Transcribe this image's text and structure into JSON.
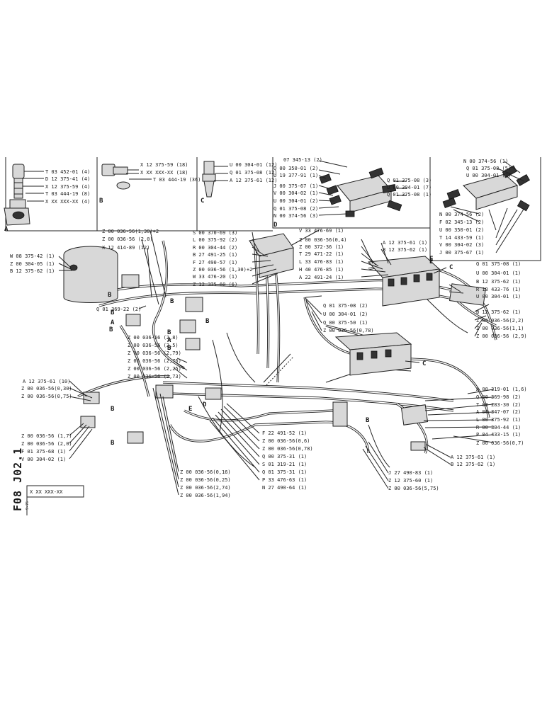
{
  "sheet_code": "F08 J02.1",
  "sheet_date": "9-76",
  "ref_box": "X XX XXX-XX",
  "inset_a": {
    "letter": "A",
    "labels": [
      "T 03 452-01 (4)",
      "D 12 375-41 (4)",
      "X 12 375-59 (4)",
      "T 03 444-19 (8)",
      "X XX XXX-XX (4)"
    ]
  },
  "inset_b": {
    "letter": "B",
    "labels": [
      "X 12 375-59 (18)",
      "X XX XXX-XX (18)",
      "T 03 444-19 (36)"
    ]
  },
  "inset_c": {
    "letter": "C",
    "labels": [
      "U 00 304-01 (12)",
      "Q 01 375-08 (12)",
      "A 12 375-61 (12)"
    ]
  },
  "inset_d": {
    "letter": "D",
    "left_labels": [
      "07 345-13 (2)",
      "Q 00 350-01 (2)",
      "U 19 377-91 (1)",
      "J 00 375-67 (1)",
      "V 00 304-02 (1)",
      "U 00 304-01 (2)",
      "Q 01 375-08 (2)",
      "N 00 374-56 (3)"
    ],
    "right_labels": [
      "Q 01 375-08 (3)",
      "U 00 304-01 (7)",
      "Q 01 375-08 (1)"
    ]
  },
  "inset_e": {
    "letter": "E",
    "labels": [
      "N 00 374-56 (1)",
      "Q 01 375-08 (5)",
      "U 00 304-01 (7)",
      "N 00 374-56 (2)",
      "F 02 345-13 (2)",
      "U 00 350-01 (2)",
      "T 14 433-59 (1)",
      "V 00 304-02 (3)",
      "J 00 375-67 (1)"
    ]
  },
  "left_callouts": [
    "W 08 375-42 (1)",
    "Z 00 304-05 (1)",
    "B 12 375-62 (1)",
    "A 12 375-61 (10)",
    "Z 00 036-56(0,30)",
    "Z 00 036-56(0,75)",
    "Z 00 036-56 (1,7)",
    "Z 00 036-56 (2,0)",
    "F 01 375-68 (1)",
    "V 00 304-02 (1)"
  ],
  "upper_left_callouts": [
    "Z 00 036-56(1,30)+2",
    "Z 00 036-56 (2,0)",
    "X 12 414-89 (12)",
    "Q 01 369-22 (2)"
  ],
  "mid_left_callouts": [
    "Z 00 036-56 (2,8)",
    "Z 00 036-56 (2,5)",
    "Z 00 036-56 (2,79)",
    "Z 00 036-56 (2,76)",
    "Z 00 036-56 (2,25)",
    "Z 00 036-56 (2,73)"
  ],
  "top_center_callouts": [
    "S 00 370-69 (3)",
    "L 00 375-92 (2)",
    "R 00 304-44 (2)",
    "B 27 491-25 (1)",
    "F 27 490-57 (1)",
    "Z 00 036-56 (1,30)+2",
    "W 33 476-20 (1)",
    "Z 12 375-60 (6)"
  ],
  "top_right_center_callouts": [
    "V 33 476-69 (1)",
    "Z 00 036-56(0,4)",
    "Z 00 372-36 (1)",
    "T 29 471-22 (1)",
    "L 33 476-83 (1)",
    "H 40 476-85 (1)",
    "A 22 491-24 (1)"
  ],
  "center_callouts": [
    "Q 01 375-08 (2)",
    "U 00 304-01 (2)",
    "Q 00 375-50 (1)",
    "Z 00 036-56(0,78)"
  ],
  "valve_callouts": [
    "A 12 375-61 (1)",
    "B 12 375-62 (1)"
  ],
  "right_callouts": [
    "Q 01 375-08 (1)",
    "U 00 304-01 (1)",
    "B 12 375-62 (1)",
    "R 13 433-76 (1)",
    "U 00 304-01 (1)",
    "B 12 375-62 (1)",
    "Z 00 036-56(2,2)",
    "Z 00 036-56(1,1)",
    "Z 00 036-56 (2,9)"
  ],
  "lower_right_callouts": [
    "A 00 319-01 (1,6)",
    "Q 00 369-98 (2)",
    "T 00 283-30 (2)",
    "A 00 347-07 (2)",
    "L 00 375-92 (1)",
    "R 00 304-44 (1)",
    "P 04 433-15 (1)",
    "Z 00 036-56(0,7)",
    "A 12 375-61 (1)",
    "B 12 375-62 (1)"
  ],
  "bottom_center_callouts": [
    "F 22 491-52 (1)",
    "Z 00 036-56(0,6)",
    "Z 00 036-56(0,78)",
    "Q 00 375-31 (1)",
    "S 01 319-21 (1)",
    "Q 01 375-31 (1)",
    "P 33 476-63 (1)",
    "N 27 490-64 (1)"
  ],
  "bottom_left_callouts": [
    "Z 00 036-56(0,16)",
    "Z 00 036-56(0,25)",
    "Z 00 036-56(2,74)",
    "Z 00 036-56(1,94)"
  ],
  "bottom_right_callouts": [
    "J 27 490-83 (1)",
    "Z 12 375-60 (1)",
    "Z 00 036-56(5,75)"
  ],
  "markers": {
    "A": "A",
    "B": "B",
    "C": "C",
    "D": "D",
    "E": "E"
  }
}
